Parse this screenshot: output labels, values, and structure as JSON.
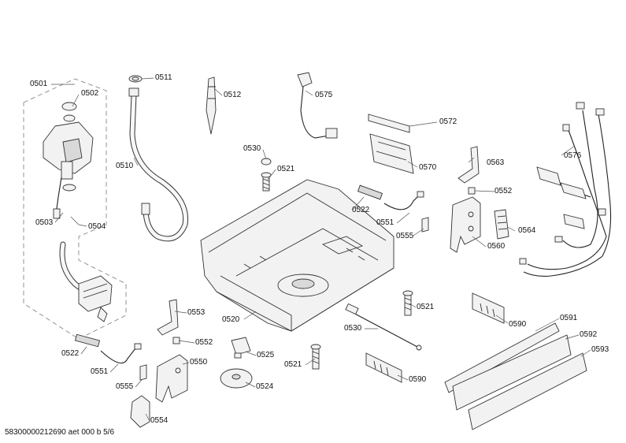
{
  "callouts": {
    "p0501": "0501",
    "p0502": "0502",
    "p0503": "0503",
    "p0504": "0504",
    "p0510": "0510",
    "p0511": "0511",
    "p0512": "0512",
    "p0520": "0520",
    "p0521a": "0521",
    "p0521b": "0521",
    "p0521c": "0521",
    "p0522a": "0522",
    "p0522b": "0522",
    "p0524": "0524",
    "p0525": "0525",
    "p0530a": "0530",
    "p0530b": "0530",
    "p0550": "0550",
    "p0551a": "0551",
    "p0551b": "0551",
    "p0552a": "0552",
    "p0552b": "0552",
    "p0553": "0553",
    "p0554": "0554",
    "p0555a": "0555",
    "p0555b": "0555",
    "p0560": "0560",
    "p0563": "0563",
    "p0564": "0564",
    "p0570": "0570",
    "p0572": "0572",
    "p0575": "0575",
    "p0576": "0576",
    "p0590a": "0590",
    "p0590b": "0590",
    "p0591": "0591",
    "p0592": "0592",
    "p0593": "0593"
  },
  "footer": "58300000212690 aet 000 b 5/6"
}
